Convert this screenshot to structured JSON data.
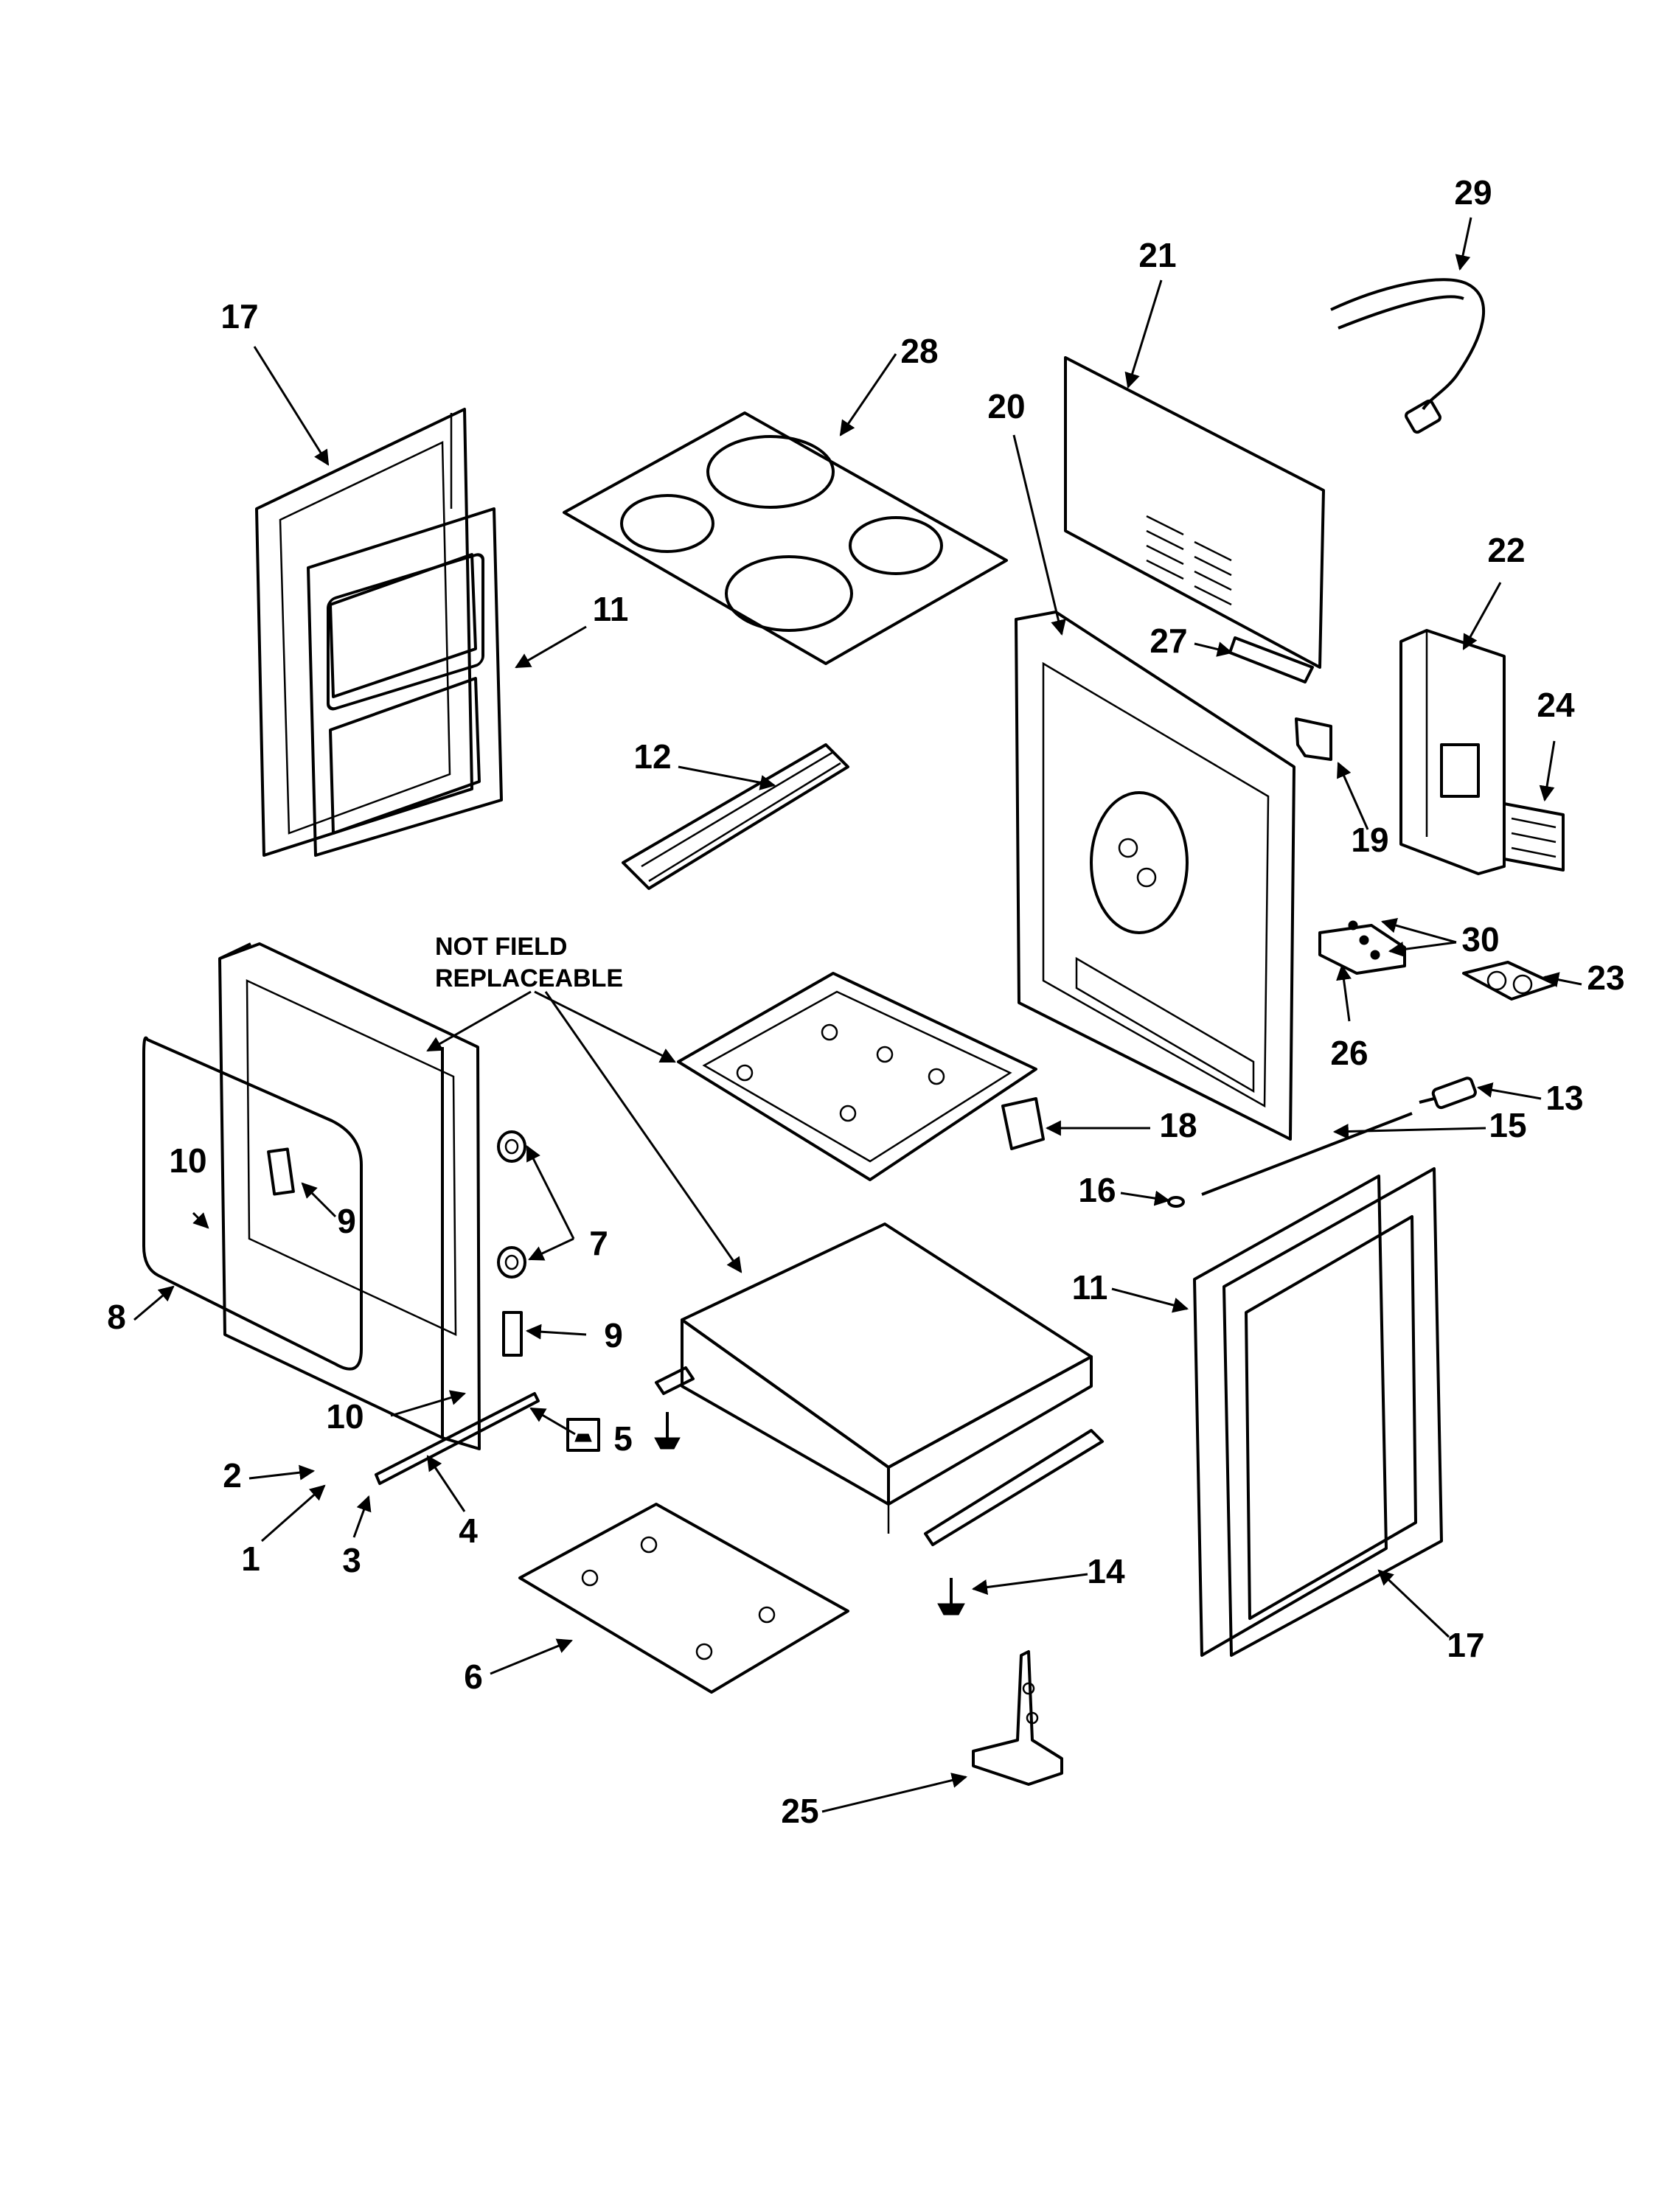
{
  "note": {
    "line1": "NOT FIELD",
    "line2": "REPLACEABLE"
  },
  "callouts": {
    "c1": "1",
    "c2": "2",
    "c3": "3",
    "c4": "4",
    "c5": "5",
    "c6": "6",
    "c7": "7",
    "c8": "8",
    "c9a": "9",
    "c9b": "9",
    "c10a": "10",
    "c10b": "10",
    "c11a": "11",
    "c11b": "11",
    "c12": "12",
    "c13": "13",
    "c14": "14",
    "c15": "15",
    "c16": "16",
    "c17a": "17",
    "c17b": "17",
    "c18": "18",
    "c19": "19",
    "c20": "20",
    "c21": "21",
    "c22": "22",
    "c23": "23",
    "c24": "24",
    "c25": "25",
    "c26": "26",
    "c27": "27",
    "c28": "28",
    "c29": "29",
    "c30": "30"
  },
  "colors": {
    "ink": "#000000",
    "paper": "#ffffff"
  }
}
